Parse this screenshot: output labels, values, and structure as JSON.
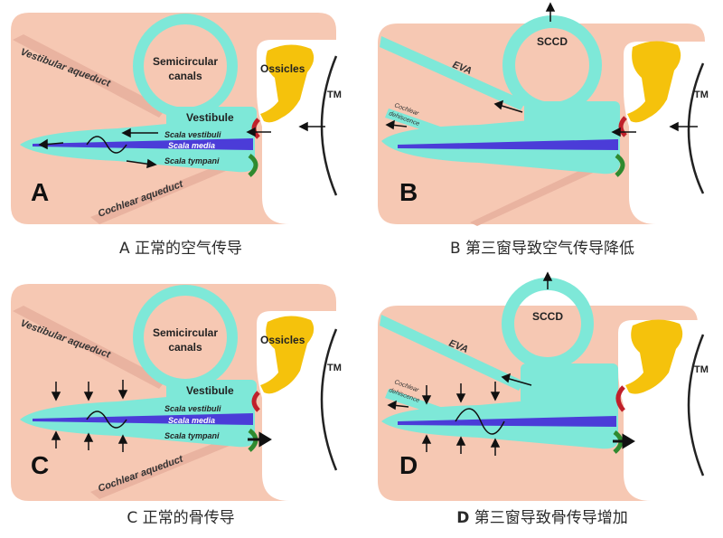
{
  "colors": {
    "background": "#f6c8b3",
    "cochlea": "#7ee8d8",
    "ring": "#7ee8d8",
    "scala_media": "#4b3cd8",
    "ossicles": "#f5c20c",
    "round_window": "#2f8a2f",
    "oval_window": "#c0202a",
    "tm": "#222222",
    "arrow": "#111111"
  },
  "panels": [
    {
      "letter": "A",
      "caption_letter": "A",
      "caption_text": " 正常的空气传导",
      "ring_label_1": "Semicircular",
      "ring_label_2": "canals",
      "vestibular_label": "Vestibular aqueduct",
      "cochlear_aq_label": "Cochlear aqueduct",
      "ossicles_label": "Ossicles",
      "tm_label": "TM",
      "vestibule_label": "Vestibule",
      "scala_vestibuli": "Scala vestibuli",
      "scala_media": "Scala media",
      "scala_tympani": "Scala tympani"
    },
    {
      "letter": "B",
      "caption_letter": "B",
      "caption_text": " 第三窗导致空气传导降低",
      "ring_label_1": "SCCD",
      "eva_label": "EVA",
      "dehiscence_1": "Cochlear",
      "dehiscence_2": "dehiscence",
      "tm_label": "TM"
    },
    {
      "letter": "C",
      "caption_letter": "C",
      "caption_text": " 正常的骨传导",
      "ring_label_1": "Semicircular",
      "ring_label_2": "canals",
      "vestibular_label": "Vestibular aqueduct",
      "cochlear_aq_label": "Cochlear aqueduct",
      "ossicles_label": "Ossicles",
      "tm_label": "TM",
      "vestibule_label": "Vestibule",
      "scala_vestibuli": "Scala vestibuli",
      "scala_media": "Scala media",
      "scala_tympani": "Scala tympani"
    },
    {
      "letter": "D",
      "caption_letter": "D",
      "caption_text": " 第三窗导致骨传导增加",
      "ring_label_1": "SCCD",
      "eva_label": "EVA",
      "dehiscence_1": "Cochlear",
      "dehiscence_2": "dehiscence",
      "tm_label": "TM"
    }
  ]
}
